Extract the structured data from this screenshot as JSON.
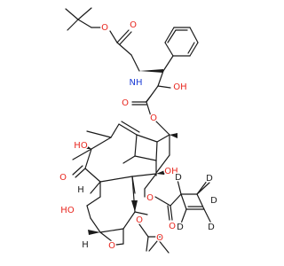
{
  "molecule": {
    "atom_labels": {
      "boc_o_ether": "O",
      "boc_o_carbonyl": "O",
      "nh": "NH",
      "oh_side": "OH",
      "ester_o_carbonyl": "O",
      "ester_o": "O",
      "ho_c10": "HO",
      "ketone_o": "O",
      "oh_c1": "OH",
      "ho_c7": "HO",
      "oxetane_o": "O",
      "acetate_o": "O",
      "acetyl_o": "O",
      "benzoate_o": "O",
      "benzoyl_o": "O",
      "h_c3": "H",
      "h_c5": "H",
      "d1": "D",
      "d2": "D",
      "d3": "D",
      "d4": "D",
      "d5": "D"
    },
    "colors": {
      "bond": "#1a1a1a",
      "oxygen": "#e8261e",
      "nitrogen": "#1f3fd6",
      "carbon_label": "#1a1a1a",
      "deuterium": "#1a1a1a"
    }
  }
}
